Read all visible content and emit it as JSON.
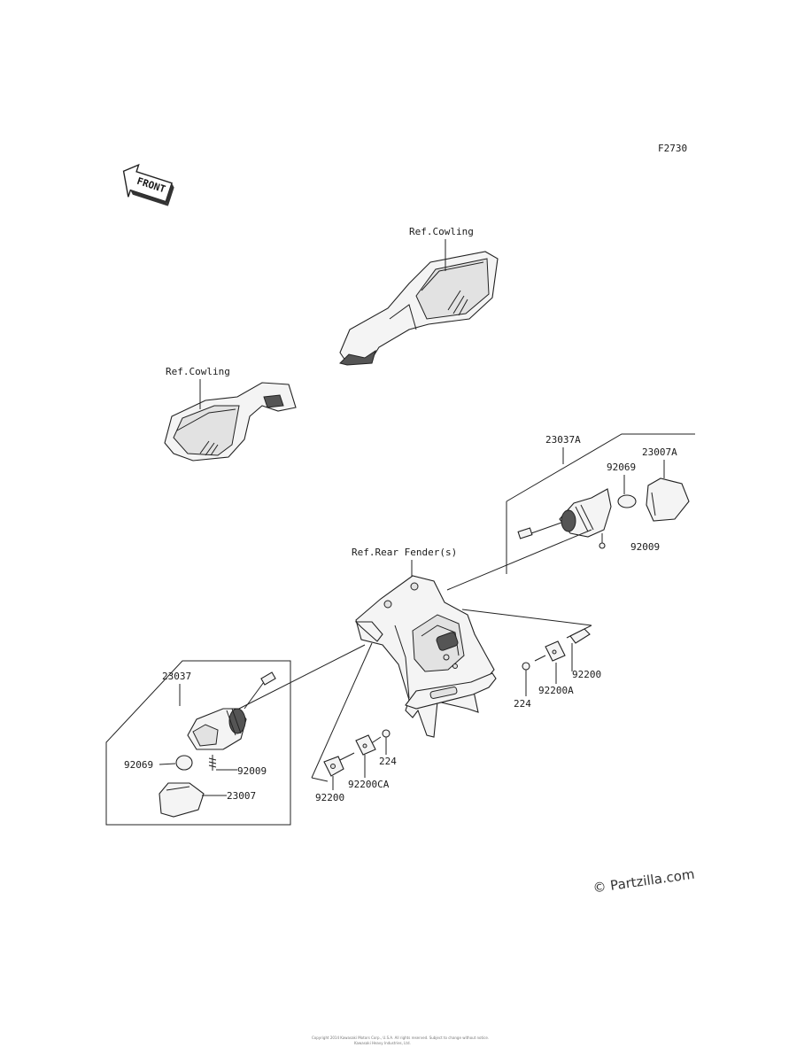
{
  "diagram": {
    "code": "F2730",
    "front_arrow": "FRONT",
    "refs": {
      "cowling_upper": "Ref.Cowling",
      "cowling_lower": "Ref.Cowling",
      "rear_fender": "Ref.Rear Fender(s)"
    },
    "parts": {
      "p23037A": "23037A",
      "p23007A": "23007A",
      "p92069_r": "92069",
      "p92009_r": "92009",
      "p23037": "23037",
      "p92069_l": "92069",
      "p92009_l": "92009",
      "p23007": "23007",
      "p92200_r": "92200",
      "p92200A": "92200A",
      "p224_r": "224",
      "p224_l": "224",
      "p92200CA": "92200CA",
      "p92200_l": "92200"
    },
    "watermark": "© Partzilla.com",
    "footer_line1": "Copyright 2014 Kawasaki Motors Corp., U.S.A. All rights reserved. Subject to change without notice.",
    "footer_line2": "Kawasaki Heavy Industries, Ltd."
  }
}
